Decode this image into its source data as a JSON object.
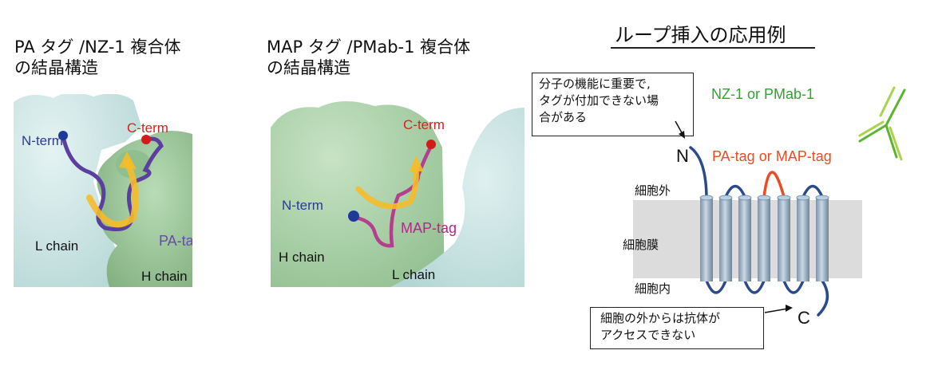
{
  "panel_pa": {
    "title_line1": "PA タグ /NZ-1 複合体",
    "title_line2": "の結晶構造",
    "n_term": "N-term",
    "c_term": "C-term",
    "tag": "PA-tag",
    "l_chain": "L chain",
    "h_chain": "H chain"
  },
  "panel_map": {
    "title_line1": "MAP タグ /PMab-1 複合体",
    "title_line2": "の結晶構造",
    "n_term": "N-term",
    "c_term": "C-term",
    "tag": "MAP-tag",
    "h_chain": "H chain",
    "l_chain": "L chain"
  },
  "application": {
    "title": "ループ挿入の応用例",
    "note_n_line1": "分子の機能に重要で,",
    "note_n_line2": "タグが付加できない場",
    "note_n_line3": "合がある",
    "antibody_label": "NZ-1 or PMab-1",
    "tag_label": "PA-tag or MAP-tag",
    "n_label": "N",
    "c_label": "C",
    "extracellular": "細胞外",
    "membrane": "細胞膜",
    "intracellular": "細胞内",
    "note_c_line1": "細胞の外からは抗体が",
    "note_c_line2": "アクセスできない"
  },
  "colors": {
    "n_term": "#2b3a9a",
    "c_term": "#e21b1b",
    "pa_tag": "#6a4aa8",
    "map_tag": "#b5268a",
    "arrow": "#f6bb2a",
    "l_chain_surface": "#cfe7e6",
    "h_chain_surface": "#a9cfa7",
    "antibody": "#5db52e",
    "tag_loop": "#ef4a22",
    "loop": "#2a4a8c",
    "membrane": "#dcdcdc"
  }
}
